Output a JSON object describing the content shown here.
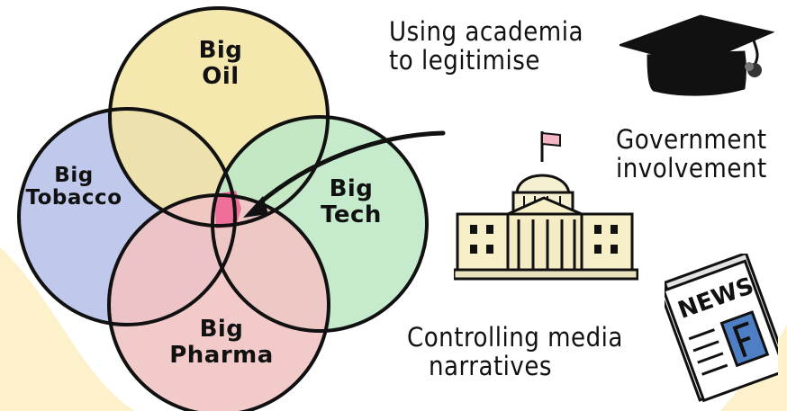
{
  "venn": {
    "circles": [
      {
        "id": "big-oil",
        "line1": "Big",
        "line2": "Oil",
        "color": "#f3e6a6"
      },
      {
        "id": "big-tobacco",
        "line1": "Big",
        "line2": "Tobacco",
        "color": "#b9c2ea"
      },
      {
        "id": "big-tech",
        "line1": "Big",
        "line2": "Tech",
        "color": "#bfe8c7"
      },
      {
        "id": "big-pharma",
        "line1": "Big",
        "line2": "Pharma",
        "color": "#f2c4c4"
      }
    ],
    "center_color": "#ee6f9a"
  },
  "tactics": {
    "academia": {
      "line1": "Using academia",
      "line2": "to legitimise",
      "icon": "graduation-cap-icon"
    },
    "government": {
      "line1": "Government",
      "line2": "involvement",
      "icon": "government-building-icon"
    },
    "media": {
      "line1": "Controlling media",
      "line2": "narratives",
      "icon": "newspaper-icon",
      "icon_text": "NEWS"
    }
  },
  "colors": {
    "background_blob": "#fdf1cc",
    "outline": "#111111"
  }
}
